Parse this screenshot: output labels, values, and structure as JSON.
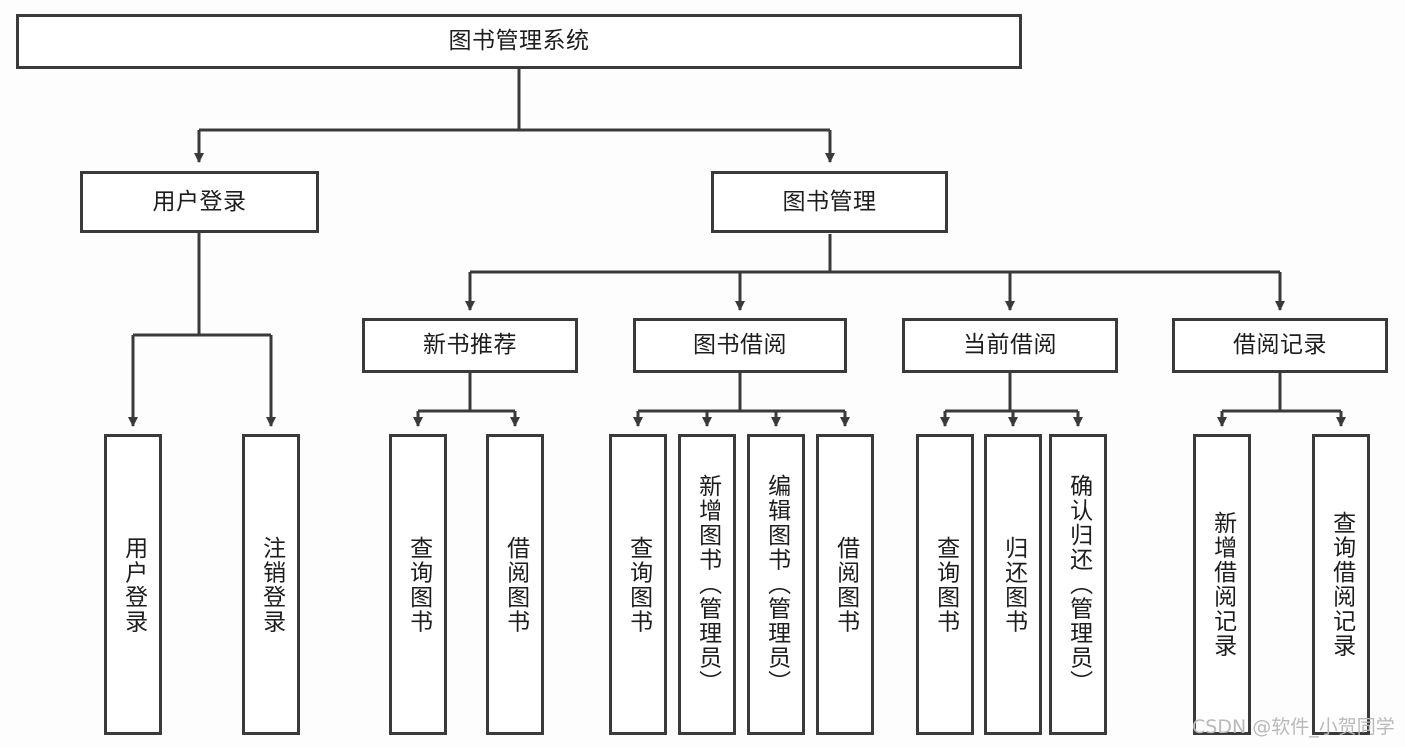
{
  "diagram": {
    "title": "图书管理系统",
    "type": "hierarchy-tree",
    "colors": {
      "border": "#3a3a3a",
      "background": "#fdfdfd",
      "node_fill": "#ffffff",
      "text": "#1d1d1d",
      "watermark": "#b9b9b9"
    },
    "root": {
      "label": "图书管理系统"
    },
    "level1": [
      {
        "label": "用户登录"
      },
      {
        "label": "图书管理"
      }
    ],
    "level2": [
      {
        "label": "新书推荐"
      },
      {
        "label": "图书借阅"
      },
      {
        "label": "当前借阅"
      },
      {
        "label": "借阅记录"
      }
    ],
    "leaves": {
      "user_login": [
        {
          "label": "用户登录"
        },
        {
          "label": "注销登录"
        }
      ],
      "new_book_recommend": [
        {
          "label": "查询图书"
        },
        {
          "label": "借阅图书"
        }
      ],
      "book_borrow": [
        {
          "label": "查询图书"
        },
        {
          "label": "新增图书（管理员）"
        },
        {
          "label": "编辑图书（管理员）"
        },
        {
          "label": "借阅图书"
        }
      ],
      "current_borrow": [
        {
          "label": "查询图书"
        },
        {
          "label": "归还图书"
        },
        {
          "label": "确认归还（管理员）"
        }
      ],
      "borrow_record": [
        {
          "label": "新增借阅记录"
        },
        {
          "label": "查询借阅记录"
        }
      ]
    }
  },
  "watermark": {
    "text": "CSDN @软件_小贺同学"
  }
}
